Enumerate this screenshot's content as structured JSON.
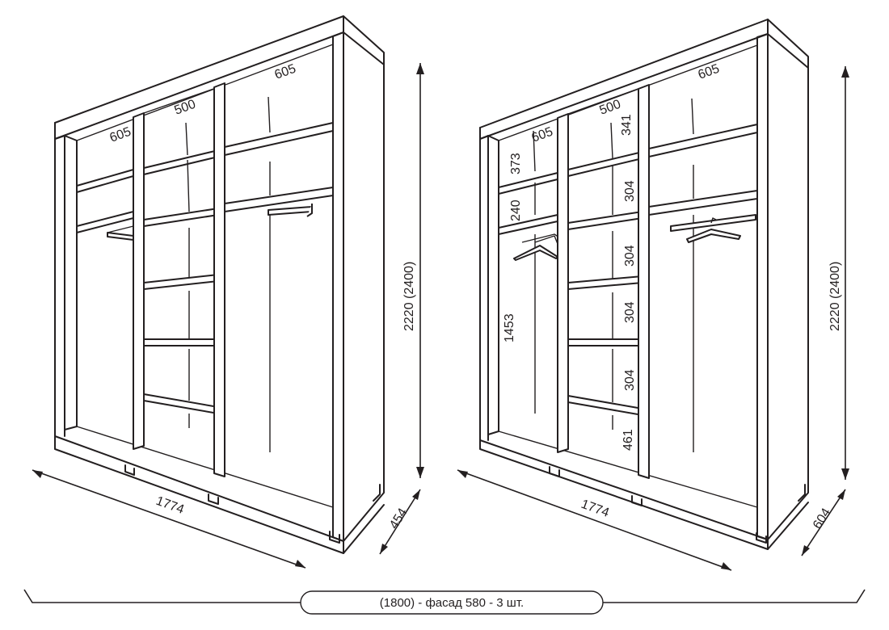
{
  "left_wardrobe": {
    "labels": {
      "width_left": "605",
      "width_middle": "500",
      "width_right": "605",
      "overall_width": "1774",
      "depth": "454",
      "height": "2220 (2400)"
    }
  },
  "right_wardrobe": {
    "labels": {
      "width_left": "605",
      "width_middle": "500",
      "width_right": "605",
      "overall_width": "1774",
      "depth": "604",
      "height": "2220 (2400)",
      "left_shelf_gap_top": "373",
      "left_shelf_gap_mid": "240",
      "left_hanging_height": "1453",
      "mid_gap_1": "341",
      "mid_gap_2": "304",
      "mid_gap_3": "304",
      "mid_gap_4": "304",
      "mid_gap_5": "304",
      "mid_gap_bottom": "461"
    }
  },
  "caption": "(1800) - фасад 580 - 3 шт.",
  "colors": {
    "line": "#231f20",
    "background": "#ffffff"
  }
}
